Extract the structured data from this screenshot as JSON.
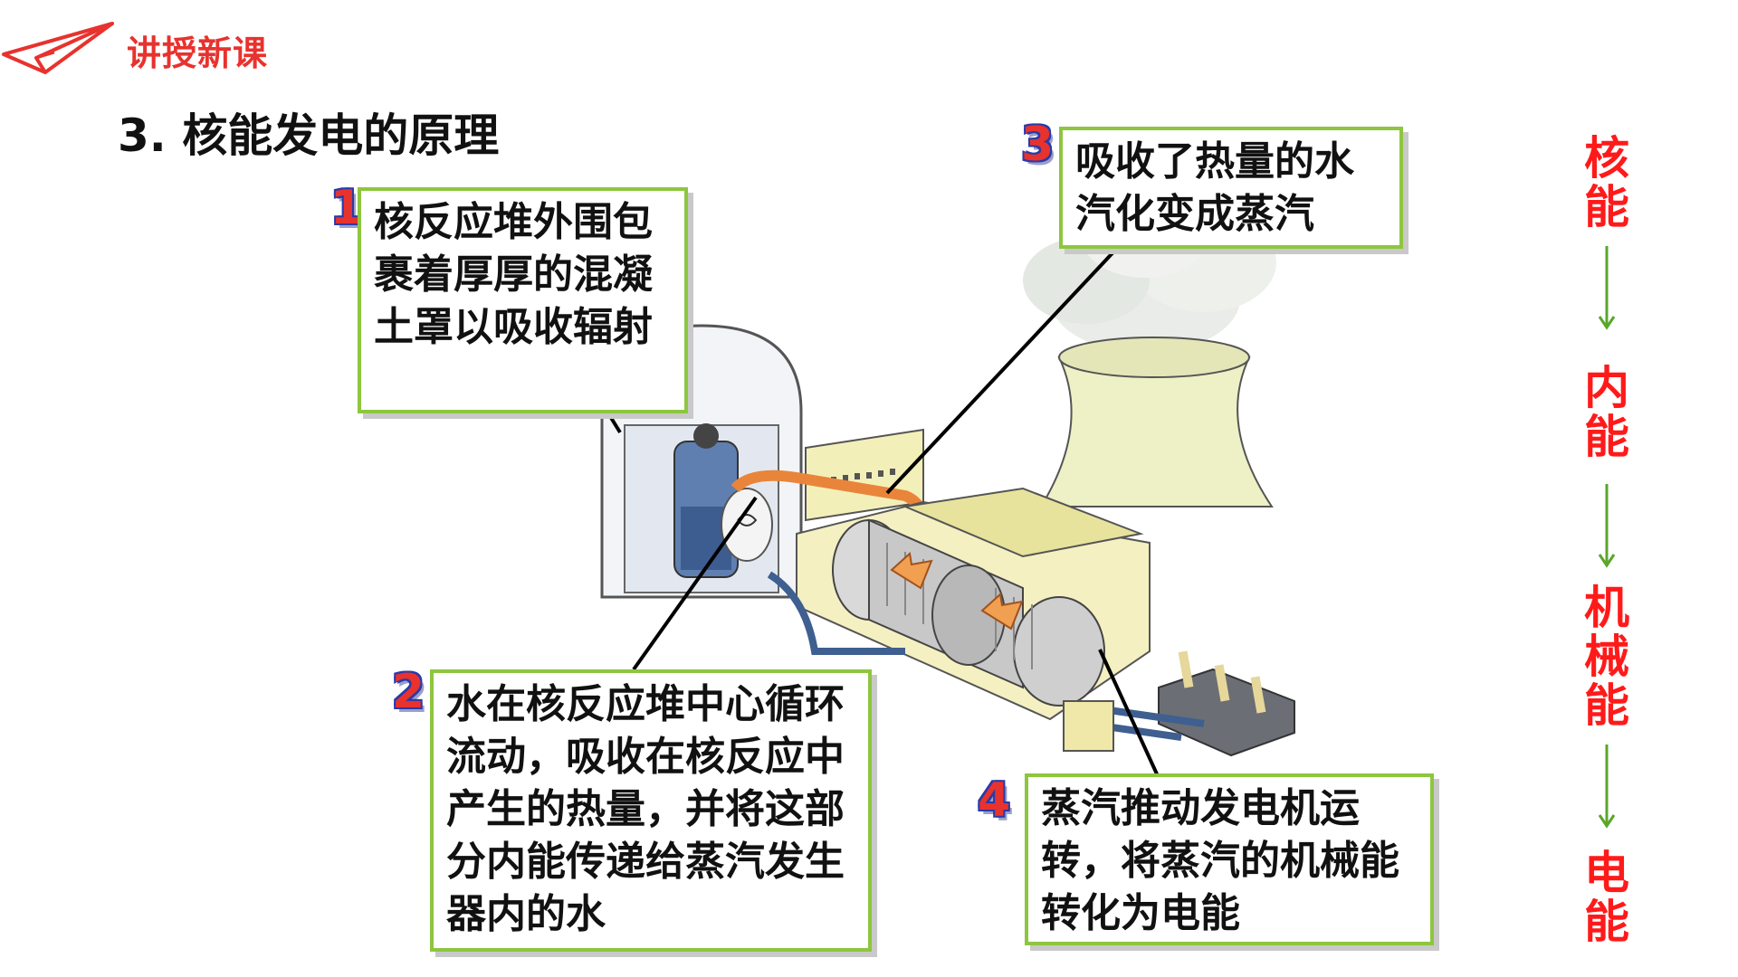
{
  "header": {
    "title": "讲授新课"
  },
  "section": {
    "title": "3. 核能发电的原理"
  },
  "steps": [
    {
      "number": "1",
      "text": "核反应堆外围包裹着厚厚的混凝土罩以吸收辐射"
    },
    {
      "number": "2",
      "text": "水在核反应堆中心循环流动，吸收在核反应中产生的热量，并将这部分内能传递给蒸汽发生器内的水"
    },
    {
      "number": "3",
      "text": "吸收了热量的水汽化变成蒸汽"
    },
    {
      "number": "4",
      "text": "蒸汽推动发电机运转，将蒸汽的机械能转化为电能"
    }
  ],
  "energy_chain": [
    "核能",
    "内能",
    "机械能",
    "电能"
  ],
  "colors": {
    "accent": "#e8322e",
    "box_border": "#8dc63f",
    "chain_text": "#ff1a1a",
    "chain_arrow": "#5aa62a"
  }
}
